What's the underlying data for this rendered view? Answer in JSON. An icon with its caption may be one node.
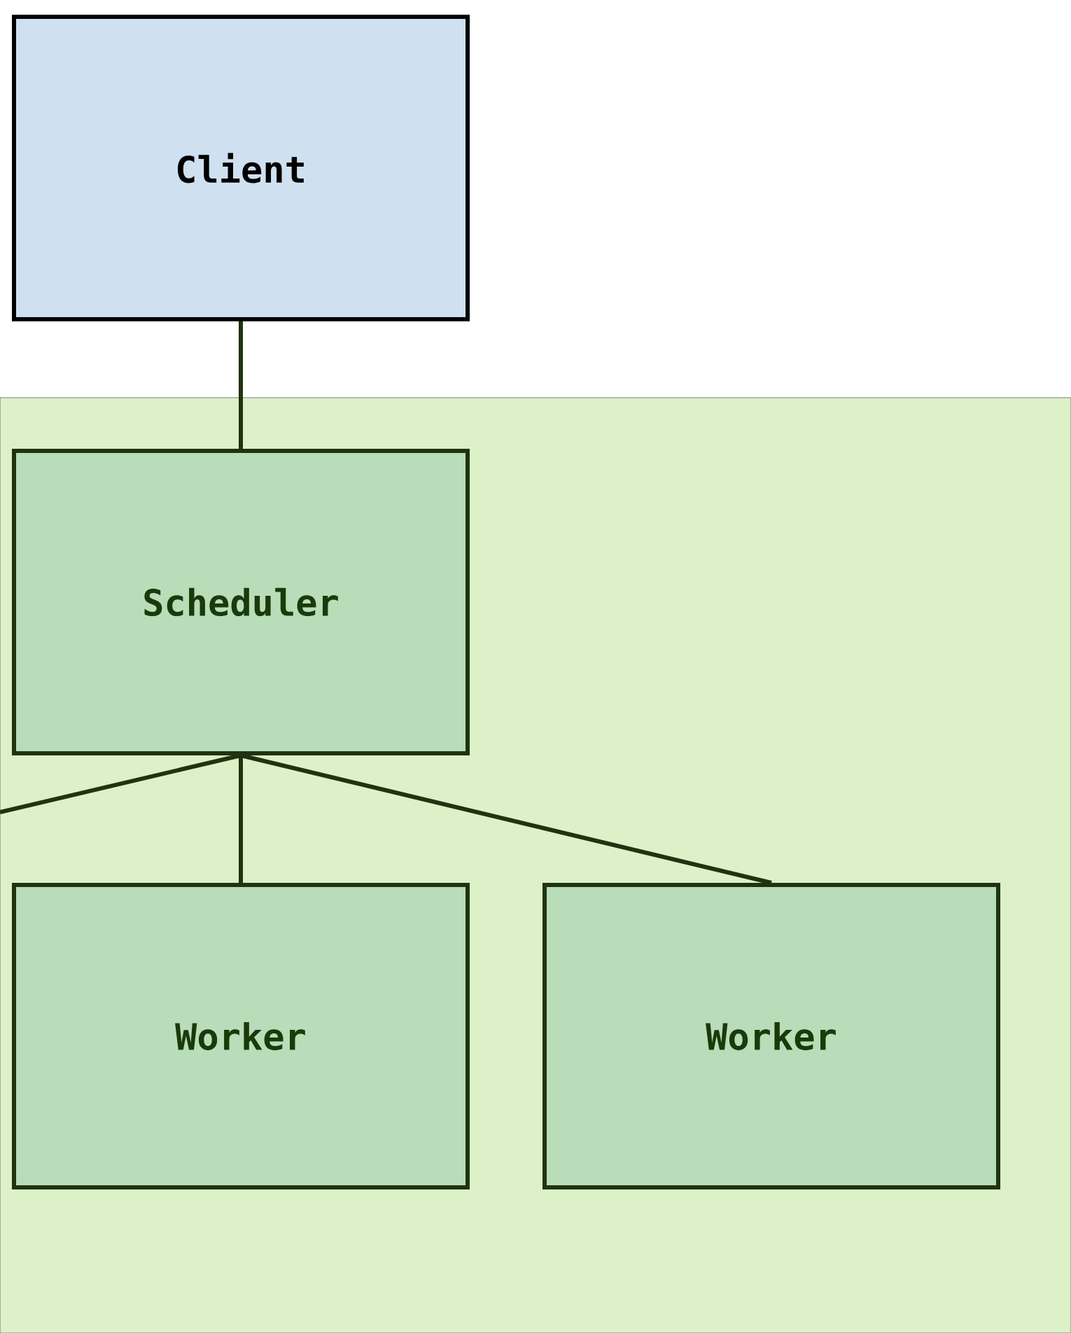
{
  "diagram": {
    "nodes": [
      {
        "text": [
          "Client"
        ]
      },
      {
        "text": [
          "Scheduler"
        ]
      },
      {
        "text": [
          "Worker"
        ]
      },
      {
        "text": [
          "Worker"
        ]
      }
    ],
    "edges": [
      {
        "from": 0,
        "to": 1,
        "arrow": "none"
      },
      {
        "from": 1,
        "to": null,
        "arrow": "none"
      },
      {
        "from": 1,
        "to": 2,
        "arrow": "none"
      },
      {
        "from": 1,
        "to": 3,
        "arrow": "none"
      }
    ]
  }
}
